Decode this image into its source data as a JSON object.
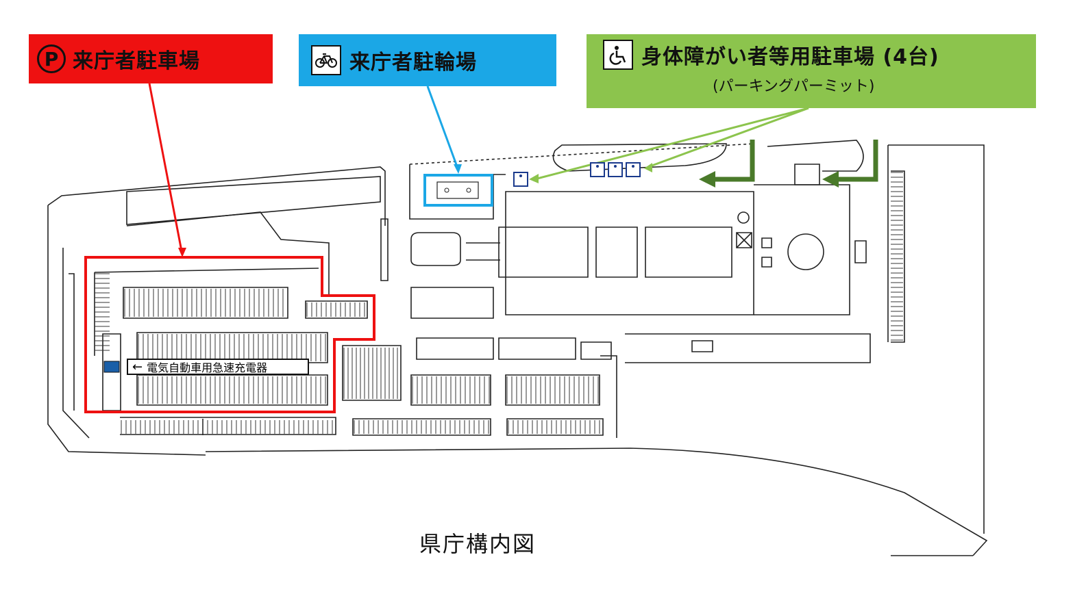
{
  "legend": {
    "visitor_parking": "来庁者駐車場",
    "parking_symbol": "P",
    "bicycle_parking": "来庁者駐輪場",
    "accessible_parking": "身体障がい者等用駐車場 (4台)",
    "accessible_parking_sub": "(パーキングパーミット)"
  },
  "map": {
    "title": "県庁構内図",
    "ev_charger": "電気自動車用急速充電器",
    "ev_arrow": "←"
  },
  "colors": {
    "red": "#ee1111",
    "blue": "#1ba7e6",
    "green_light": "#8cc44d",
    "green_dark": "#4a7a2a",
    "accessible_icon": "#1a3a8c",
    "ev_marker": "#1a5fa8"
  },
  "icons": [
    "parking-icon",
    "bicycle-icon",
    "wheelchair-icon",
    "arrow-left-icon"
  ]
}
